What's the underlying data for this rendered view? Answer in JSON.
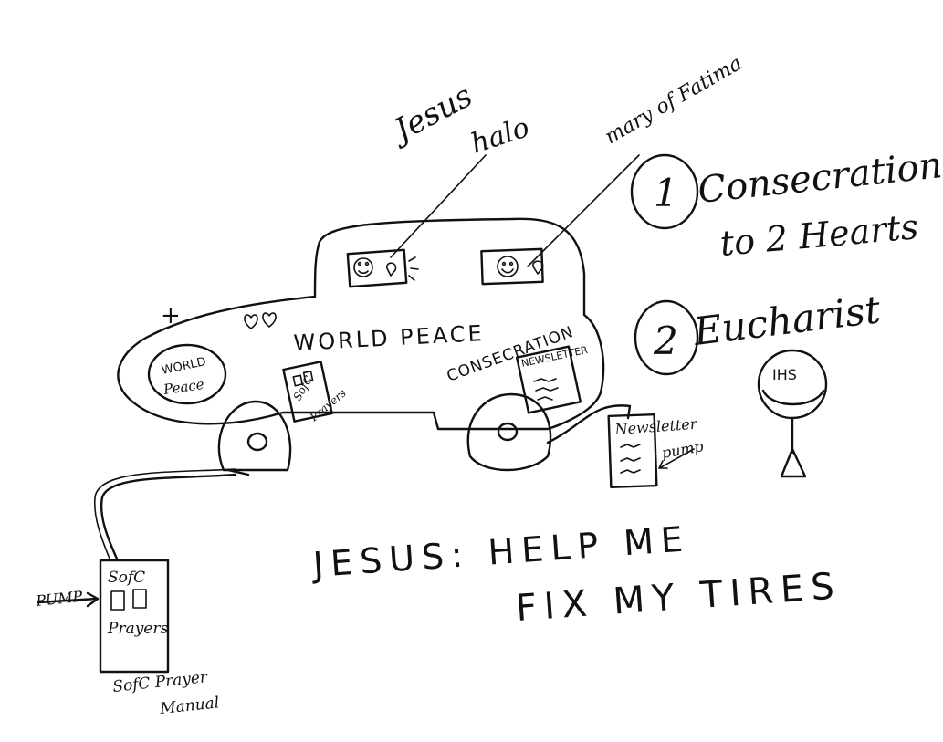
{
  "annotations": {
    "jesus_halo_line1": "Jesus",
    "jesus_halo_line2": "halo",
    "mary_of_fatima": "mary of Fatima",
    "consecration_number": "1",
    "consecration_line1": "Consecration",
    "consecration_line2": "to 2 Hearts",
    "eucharist_number": "2",
    "eucharist": "Eucharist",
    "ihs": "IHS"
  },
  "car": {
    "world_peace_title": "WORLD PEACE",
    "consecration": "CONSECRATION",
    "newsletter_window": "NEWSLETTER",
    "world_circle_line1": "WORLD",
    "world_circle_line2": "Peace",
    "sofc_prayers_line1": "SofC",
    "sofc_prayers_line2": "Prayers",
    "cross_mark": "+"
  },
  "right_pump": {
    "newsletter": "Newsletter",
    "pump": "pump"
  },
  "left_pump": {
    "pump_label": "PUMP",
    "sofc": "SofC",
    "prayers": "Prayers",
    "manual_line1": "SofC Prayer",
    "manual_line2": "Manual"
  },
  "plea": {
    "line1": "JESUS: HELP  ME",
    "line2": "FIX  MY TIRES"
  },
  "colors": {
    "ink": "#111111",
    "paper": "#ffffff"
  }
}
